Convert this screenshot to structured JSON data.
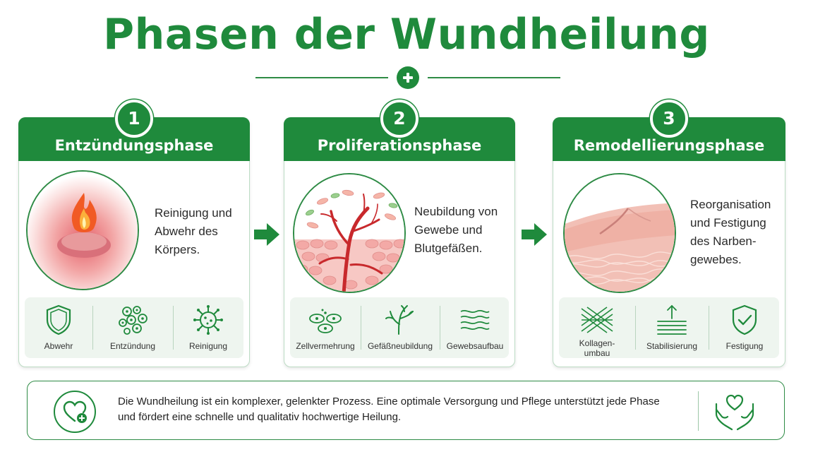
{
  "title": "Phasen der Wundheilung",
  "colors": {
    "accent": "#1f8a3c",
    "panel": "#eef5ef",
    "border": "#bcdcc4"
  },
  "phases": [
    {
      "number": "1",
      "name": "Entzündungsphase",
      "description_lines": [
        "Reinigung und",
        "Abwehr des",
        "Körpers."
      ],
      "icons": [
        {
          "icon": "shield-icon",
          "label": "Abwehr"
        },
        {
          "icon": "cells-icon",
          "label": "Entzündung"
        },
        {
          "icon": "germ-icon",
          "label": "Reinigung"
        }
      ]
    },
    {
      "number": "2",
      "name": "Proliferationsphase",
      "description_lines": [
        "Neubildung von",
        "Gewebe und",
        "Blutgefäßen."
      ],
      "icons": [
        {
          "icon": "cell-division-icon",
          "label": "Zellvermehrung"
        },
        {
          "icon": "vessel-icon",
          "label": "Gefäßneubildung"
        },
        {
          "icon": "tissue-layers-icon",
          "label": "Gewebsaufbau"
        }
      ]
    },
    {
      "number": "3",
      "name": "Remodellierungsphase",
      "description_lines": [
        "Reorganisation",
        "und Festigung",
        "des Narben-",
        "gewebes."
      ],
      "icons": [
        {
          "icon": "collagen-mesh-icon",
          "label_lines": [
            "Kollagen-",
            "umbau"
          ]
        },
        {
          "icon": "stabilize-icon",
          "label": "Stabilisierung"
        },
        {
          "icon": "shield-check-icon",
          "label": "Festigung"
        }
      ]
    }
  ],
  "footer": {
    "text_lines": [
      "Die Wundheilung ist ein komplexer, gelenkter Prozess. Eine optimale Versorgung und Pflege unterstützt jede Phase",
      "und fördert eine schnelle und qualitativ hochwertige Heilung."
    ],
    "left_icon": "heart-plus-icon",
    "right_icon": "hands-heart-icon"
  }
}
